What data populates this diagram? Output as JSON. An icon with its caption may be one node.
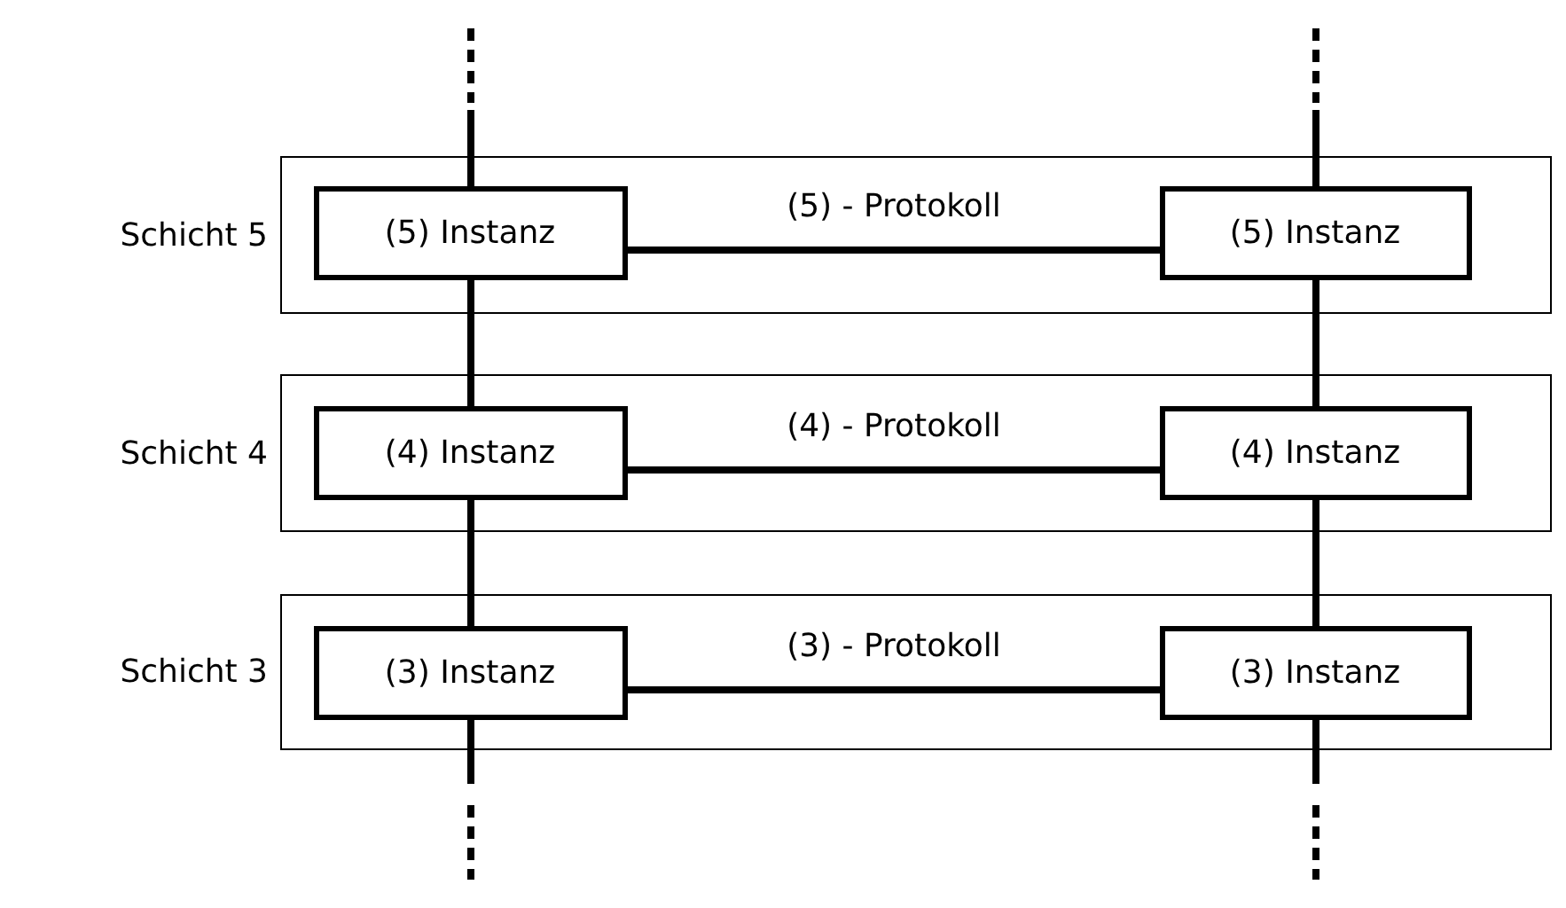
{
  "diagram": {
    "nodes": [
      {
        "text": [
          "Schicht 5"
        ]
      },
      {
        "text": [
          "(5) Instanz"
        ],
        "in": 0
      },
      {
        "text": [
          "(5) Instanz"
        ],
        "in": 0
      },
      {
        "text": [
          "Schicht 4"
        ]
      },
      {
        "text": [
          "(4) Instanz"
        ],
        "in": 3
      },
      {
        "text": [
          "(4) Instanz"
        ],
        "in": 3
      },
      {
        "text": [
          "Schicht 3"
        ]
      },
      {
        "text": [
          "(3) Instanz"
        ],
        "in": 6
      },
      {
        "text": [
          "(3) Instanz"
        ],
        "in": 6
      }
    ],
    "edges": [
      {
        "from": null,
        "to": 1,
        "arrow": "none"
      },
      {
        "from": null,
        "to": 2,
        "arrow": "none"
      },
      {
        "from": 1,
        "to": 2,
        "arrow": "none",
        "label": "(5) - Protokoll"
      },
      {
        "from": 1,
        "to": 4,
        "arrow": "none"
      },
      {
        "from": 2,
        "to": 5,
        "arrow": "none"
      },
      {
        "from": 4,
        "to": 5,
        "arrow": "none",
        "label": "(4) - Protokoll"
      },
      {
        "from": 4,
        "to": 7,
        "arrow": "none"
      },
      {
        "from": 5,
        "to": 8,
        "arrow": "none"
      },
      {
        "from": 7,
        "to": 8,
        "arrow": "none",
        "label": "(3) - Protokoll"
      },
      {
        "from": 7,
        "to": null,
        "arrow": "none"
      },
      {
        "from": 8,
        "to": null,
        "arrow": "none"
      }
    ]
  }
}
